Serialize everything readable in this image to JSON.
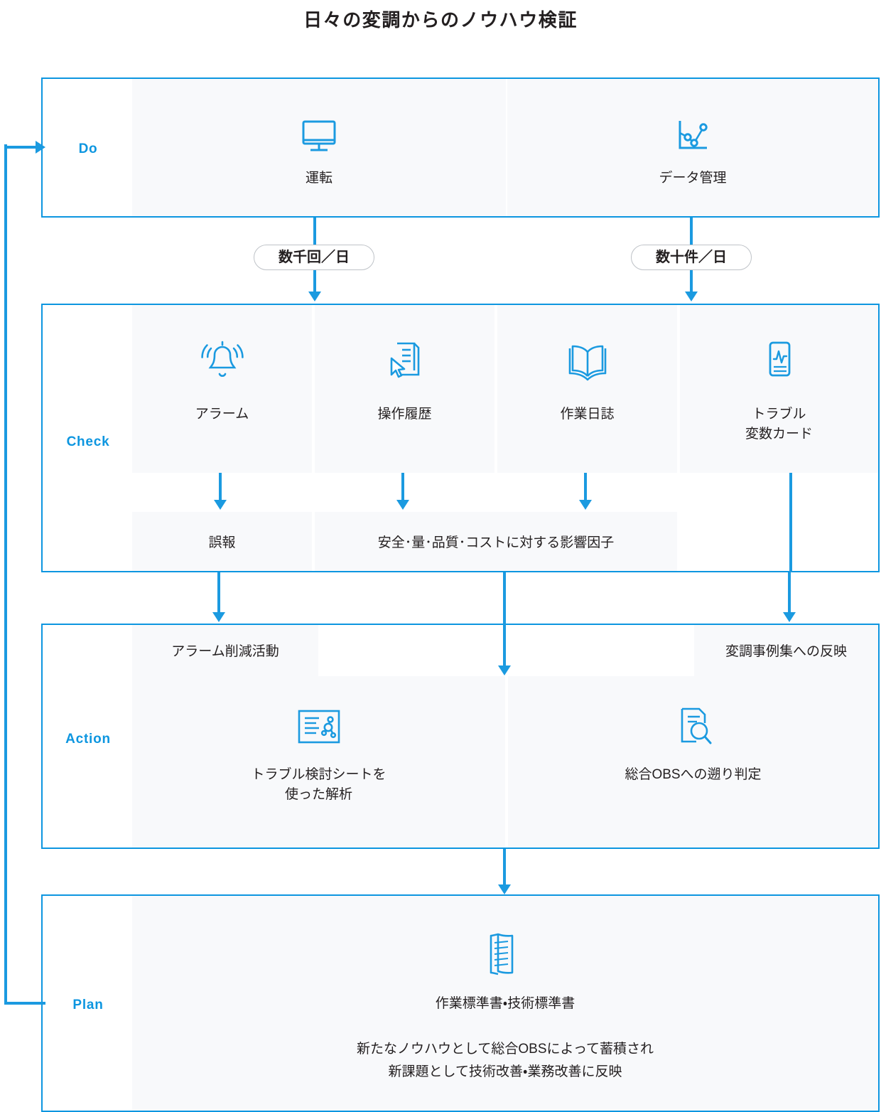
{
  "title": "日々の変調からのノウハウ検証",
  "colors": {
    "accent": "#0d96e0",
    "arrow": "#1b9ae0",
    "cell_bg": "#f8f9fb",
    "text": "#231f20",
    "pill_border": "#bfc3c8"
  },
  "phases": {
    "do": {
      "label": "Do",
      "items": [
        {
          "label": "運転",
          "icon": "monitor-icon"
        },
        {
          "label": "データ管理",
          "icon": "line-chart-icon"
        }
      ]
    },
    "check": {
      "label": "Check",
      "items": [
        {
          "label": "アラーム",
          "icon": "bell-ringing-icon"
        },
        {
          "label": "操作履歴",
          "icon": "document-cursor-icon"
        },
        {
          "label": "作業日誌",
          "icon": "open-book-icon"
        },
        {
          "label": "トラブル\n変数カード",
          "line1": "トラブル",
          "line2": "変数カード",
          "icon": "waveform-card-icon"
        }
      ],
      "outcomes": [
        {
          "label": "誤報"
        },
        {
          "label": "安全･量･品質･コストに対する影響因子"
        }
      ]
    },
    "action": {
      "label": "Action",
      "banners": [
        {
          "label": "アラーム削減活動"
        },
        {
          "label": "変調事例集への反映"
        }
      ],
      "items": [
        {
          "line1": "トラブル検討シートを",
          "line2": "使った解析",
          "icon": "analysis-sheet-icon"
        },
        {
          "line1": "総合OBSへの遡り判定",
          "line2": "",
          "icon": "document-search-icon"
        }
      ]
    },
    "plan": {
      "label": "Plan",
      "icon": "standards-document-icon",
      "heading": "作業標準書・技術標準書",
      "body_line1": "新たなノウハウとして総合OBSによって蓄積され",
      "body_line2": "新課題として技術改善・業務改善に反映"
    }
  },
  "flow_labels": [
    {
      "text": "数千回／日"
    },
    {
      "text": "数十件／日"
    }
  ]
}
